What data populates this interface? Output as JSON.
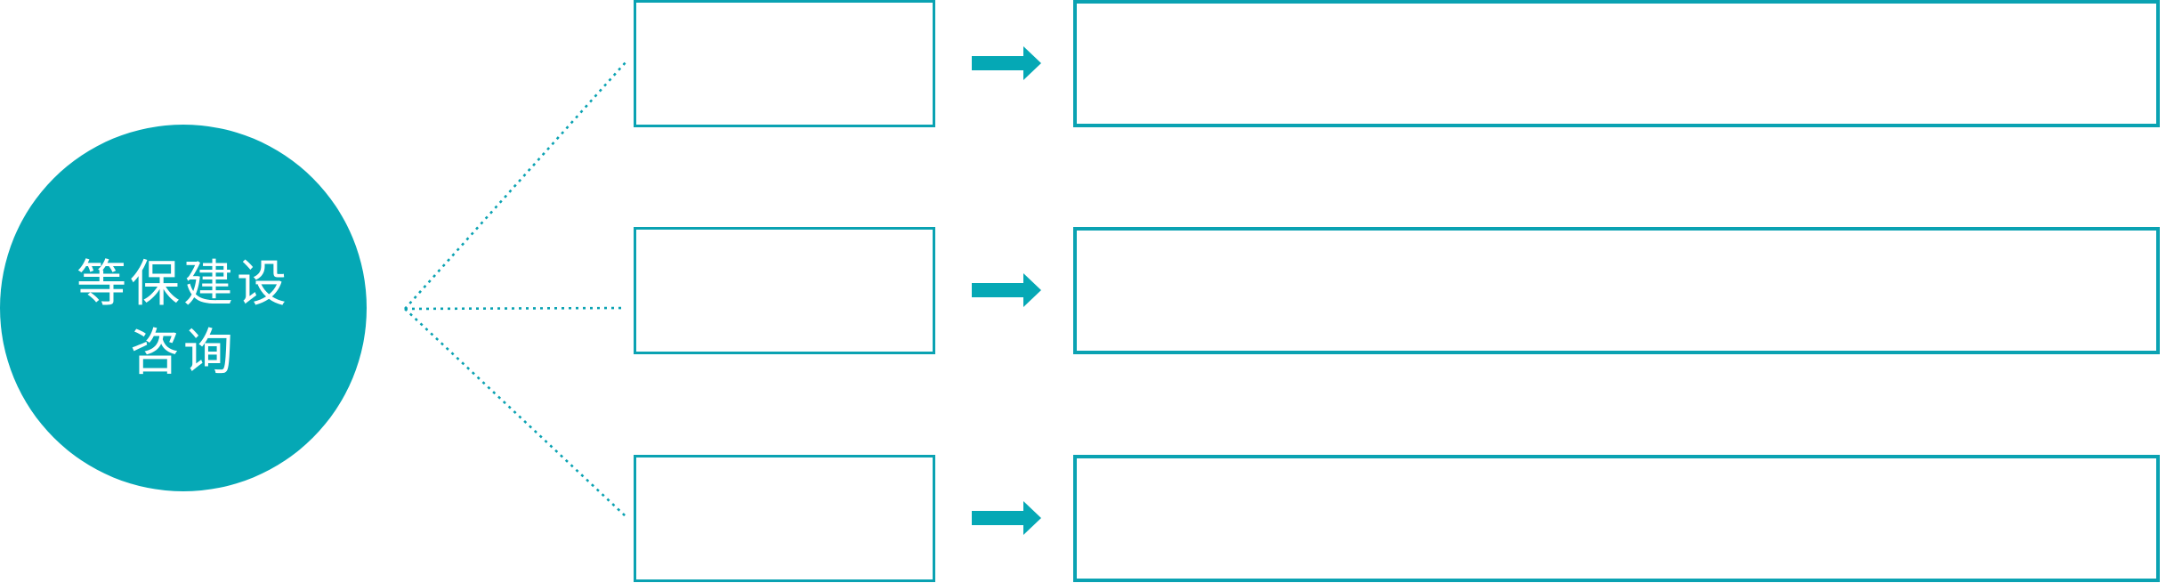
{
  "page": {
    "background_color": "#ffffff",
    "accent_color": "#05a8b5",
    "stroke_color": "#0aa2b2"
  },
  "hub": {
    "label_line1": "等保建设",
    "label_line2": "咨询",
    "text_color": "#ffffff",
    "shape": "circle"
  },
  "connectors": {
    "style": "dotted",
    "count": 3
  },
  "rows": [
    {
      "category_label": "",
      "arrow_icon": "right-arrow-icon",
      "detail_label": ""
    },
    {
      "category_label": "",
      "arrow_icon": "right-arrow-icon",
      "detail_label": ""
    },
    {
      "category_label": "",
      "arrow_icon": "right-arrow-icon",
      "detail_label": ""
    }
  ]
}
